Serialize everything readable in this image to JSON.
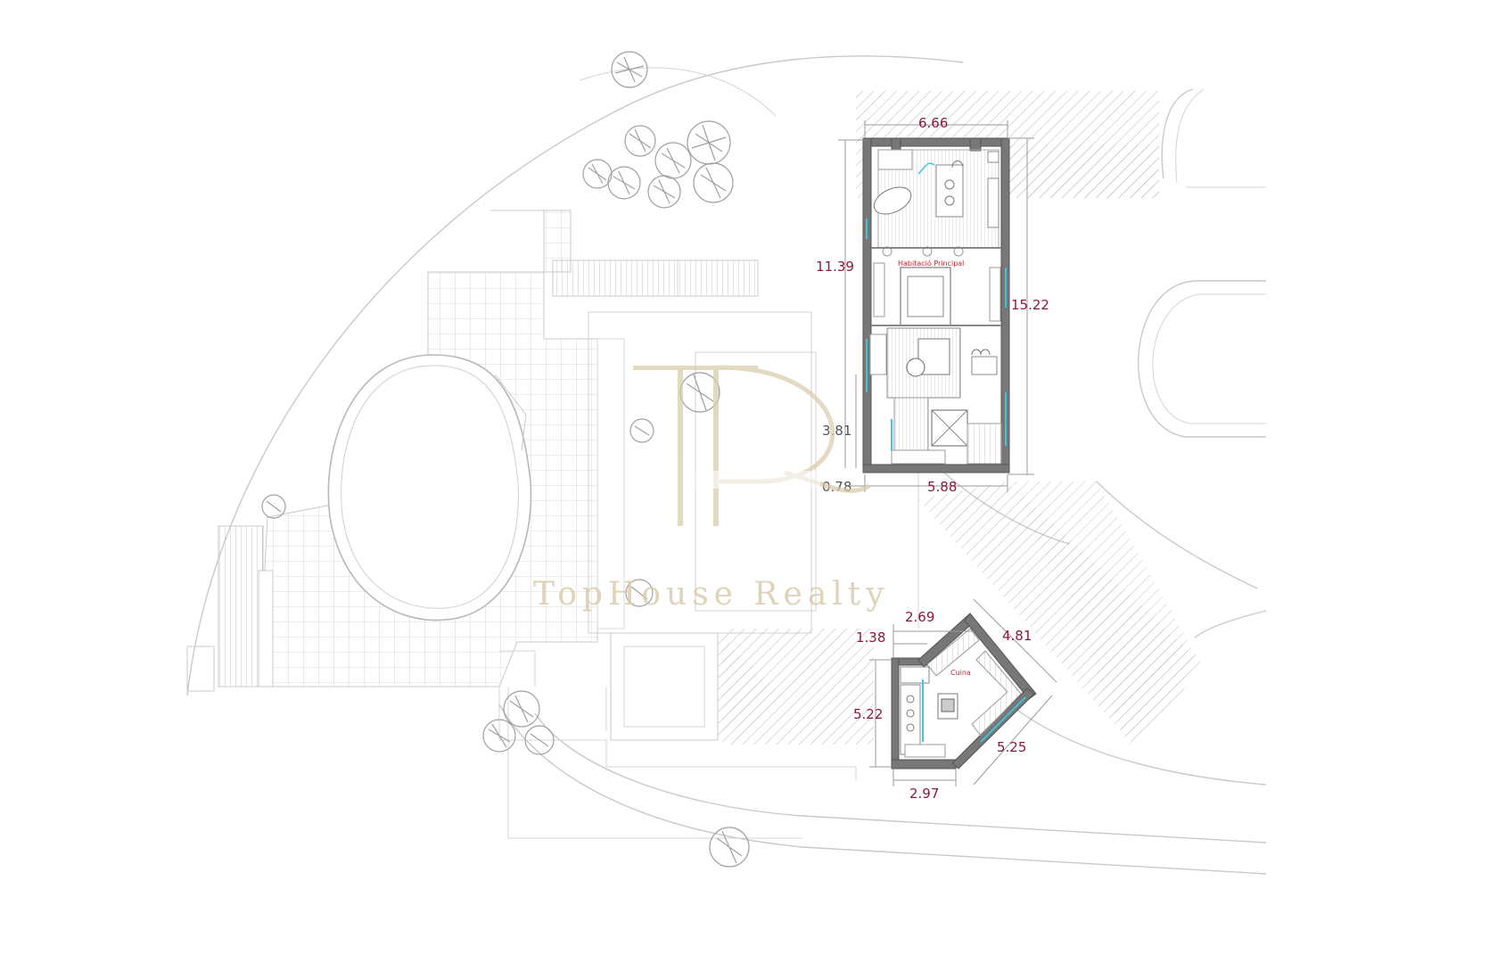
{
  "plan": {
    "room_labels": {
      "master_bedroom": "Habitació Principal",
      "kitchen": "Cuina"
    },
    "dimensions": {
      "upper_width_top": "6.66",
      "upper_height_left": "11.39",
      "upper_height_right": "15.22",
      "upper_low_left": "3.81",
      "upper_offset_bottom": "0.78",
      "upper_width_bottom": "5.88",
      "kitchen_top": "2.69",
      "kitchen_top_left": "1.38",
      "kitchen_right_top": "4.81",
      "kitchen_left": "5.22",
      "kitchen_right_bottom": "5.25",
      "kitchen_bottom": "2.97"
    },
    "colors": {
      "dimension_text": "#8b1a3a",
      "room_label": "#cc2233",
      "glazing": "#3fc3d8",
      "watermark": "#d8c9a8"
    }
  },
  "watermark": {
    "text": "TopHouse Realty",
    "logo_type": "TH-monogram",
    "logo_letters": "THR"
  }
}
